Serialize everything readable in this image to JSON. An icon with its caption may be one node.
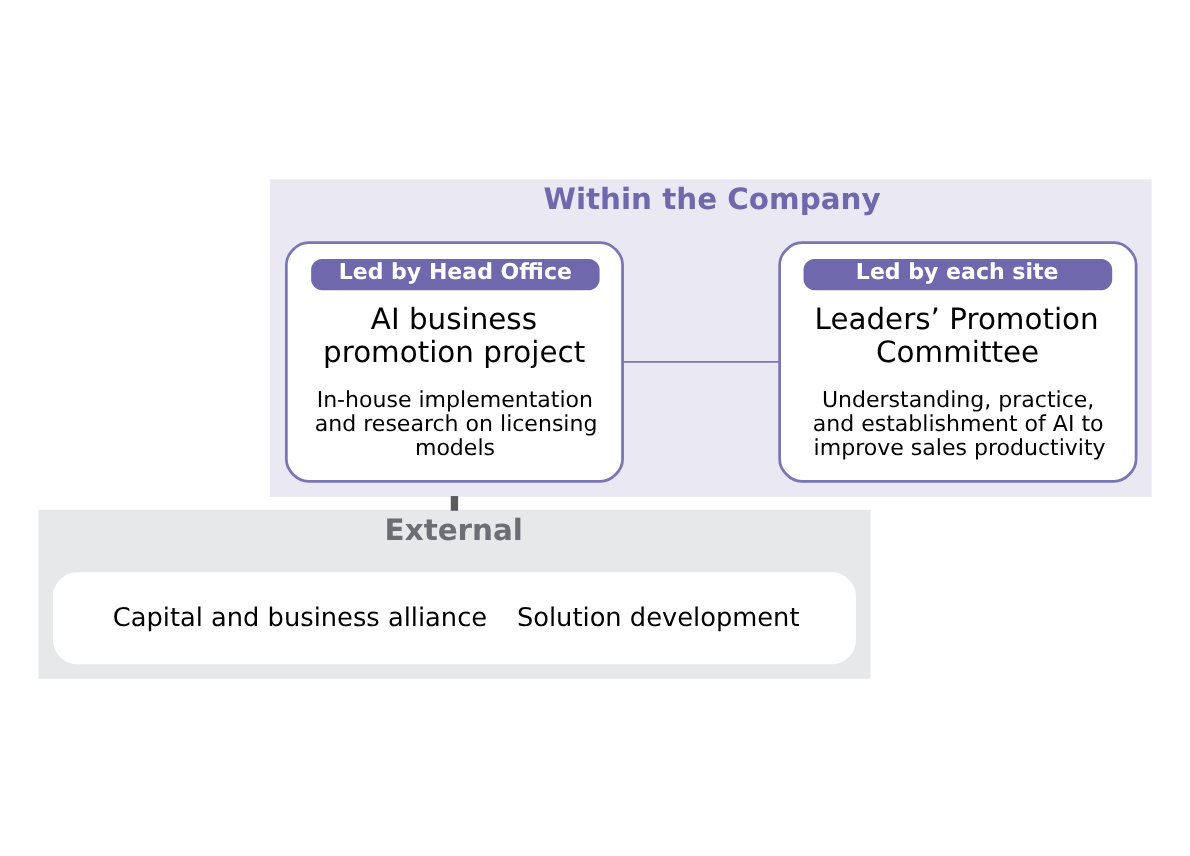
{
  "diagram": {
    "nodes": [
      {
        "text": [
          "Within the Company"
        ]
      },
      {
        "text": [
          "Led by Head Office",
          "AI business promotion project",
          "In-house implementation and research on licensing models"
        ],
        "in": 0
      },
      {
        "text": [
          "Led by each site",
          "Leaders’ Promotion Committee",
          "Understanding, practice, and establishment of AI to improve sales productivity"
        ],
        "in": 0
      },
      {
        "text": [
          "External"
        ]
      },
      {
        "text": [
          "Capital and business alliance",
          "Solution development"
        ],
        "in": 3
      }
    ],
    "edges": [
      {
        "from": 1,
        "to": 2,
        "arrow": "none",
        "color": "#7b74b5"
      },
      {
        "from": 0,
        "to": 3,
        "arrow": "none",
        "style": "thick",
        "color": "#5a5a5a"
      }
    ]
  }
}
